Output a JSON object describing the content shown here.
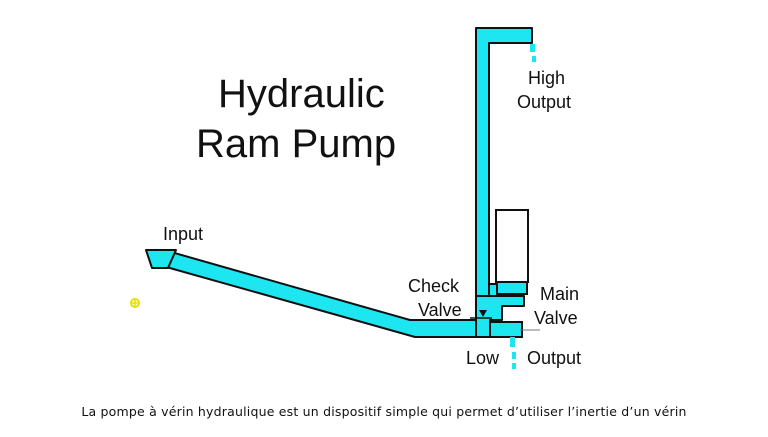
{
  "diagram": {
    "title_line1": "Hydraulic",
    "title_line2": "Ram Pump",
    "labels": {
      "input": "Input",
      "high": "High",
      "output_high": "Output",
      "check": "Check",
      "valve_check": "Valve",
      "main": "Main",
      "valve_main": "Valve",
      "low": "Low",
      "output_low": "Output"
    },
    "colors": {
      "water": "#1ee6f0",
      "outline": "#111111",
      "marker": "#e8e000"
    }
  },
  "caption": "La pompe à vérin hydraulique est un dispositif simple qui permet d’utiliser l’inertie d’un vérin"
}
